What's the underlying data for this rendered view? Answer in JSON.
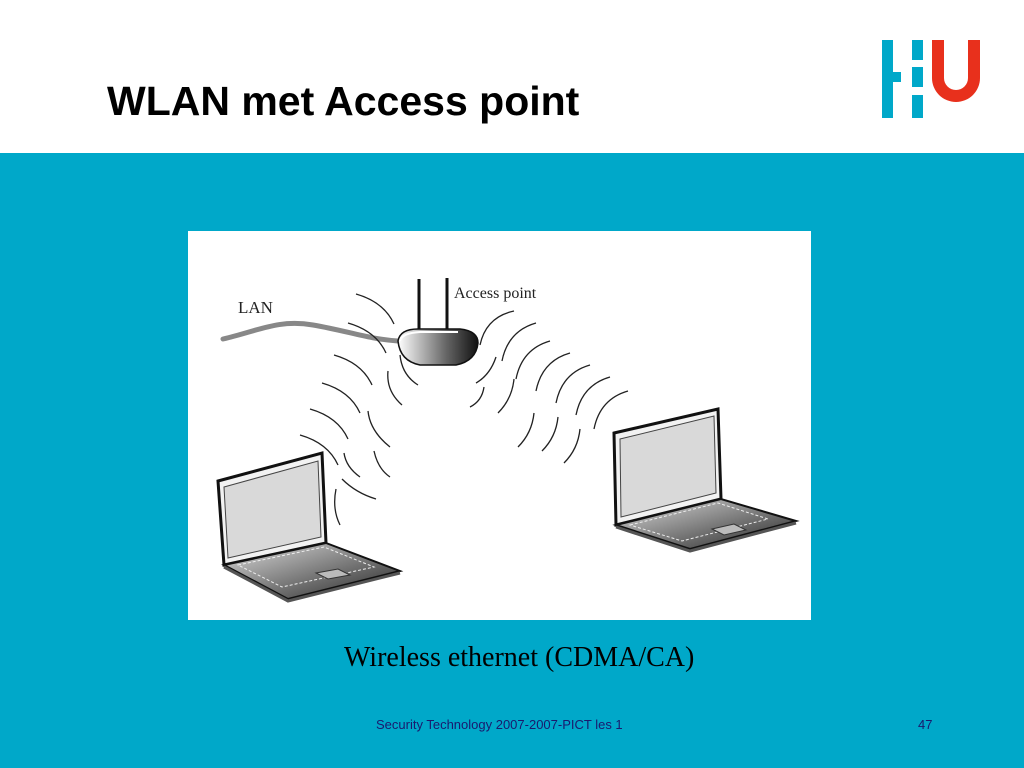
{
  "slide": {
    "title": "WLAN met Access point",
    "caption": "Wireless ethernet (CDMA/CA)",
    "footer": "Security Technology 2007-2007-PICT les 1",
    "page_number": "47"
  },
  "diagram": {
    "lan_label": "LAN",
    "access_point_label": "Access point",
    "nodes": [
      "access-point",
      "laptop-left",
      "laptop-right"
    ],
    "links": [
      {
        "from": "LAN",
        "to": "access-point",
        "type": "wired"
      },
      {
        "from": "access-point",
        "to": "laptop-left",
        "type": "wireless"
      },
      {
        "from": "access-point",
        "to": "laptop-right",
        "type": "wireless"
      }
    ]
  },
  "colors": {
    "content_background": "#00a8c9",
    "logo_blue": "#00a8c9",
    "logo_red": "#e8301c",
    "footer_text": "#1a1a6e"
  },
  "icons": [
    "hu-logo-icon",
    "access-point-icon",
    "laptop-icon",
    "wireless-wave-icon",
    "lan-cable-icon"
  ]
}
